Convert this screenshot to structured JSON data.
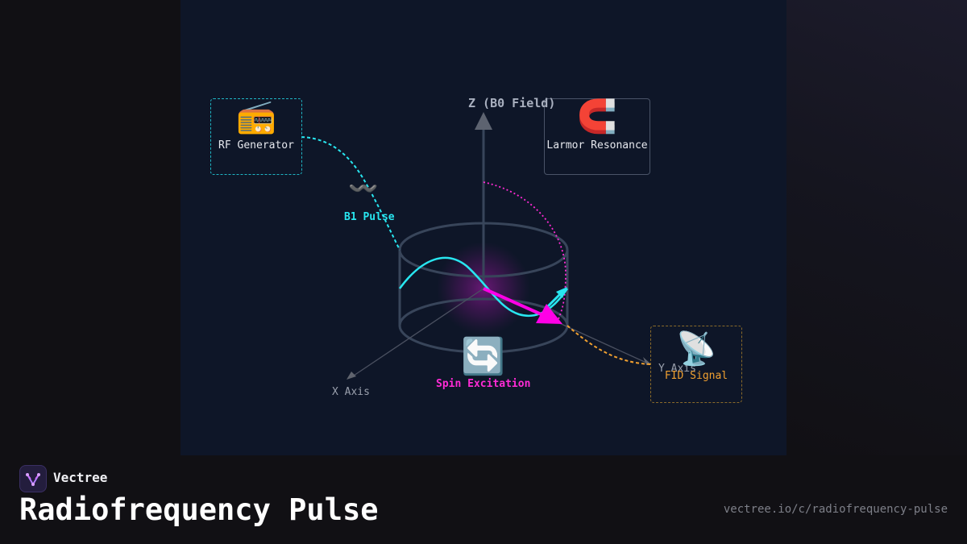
{
  "diagram": {
    "z_axis_label": "Z (B0 Field)",
    "x_axis_label": "X Axis",
    "y_axis_label": "Y Axis",
    "nodes": {
      "rf_generator": {
        "icon": "radio-icon",
        "emoji": "📻",
        "label": "RF Generator"
      },
      "larmor": {
        "icon": "magnet-icon",
        "emoji": "🧲",
        "label": "Larmor Resonance"
      },
      "fid": {
        "icon": "satellite-dish-icon",
        "emoji": "📡",
        "label": "FID Signal"
      },
      "b1_pulse": {
        "icon": "wavy-line-icon",
        "emoji": "〰️",
        "label": "B1 Pulse"
      },
      "spin": {
        "icon": "rotate-arrows-icon",
        "emoji": "🔄",
        "label": "Spin Excitation"
      }
    },
    "colors": {
      "rf": "#28e6f0",
      "spin": "#ff2bd6",
      "fid": "#f0a030",
      "axis": "#3d4658",
      "background": "#0e1628"
    }
  },
  "footer": {
    "brand": "Vectree",
    "title": "Radiofrequency Pulse",
    "url": "vectree.io/c/radiofrequency-pulse"
  }
}
